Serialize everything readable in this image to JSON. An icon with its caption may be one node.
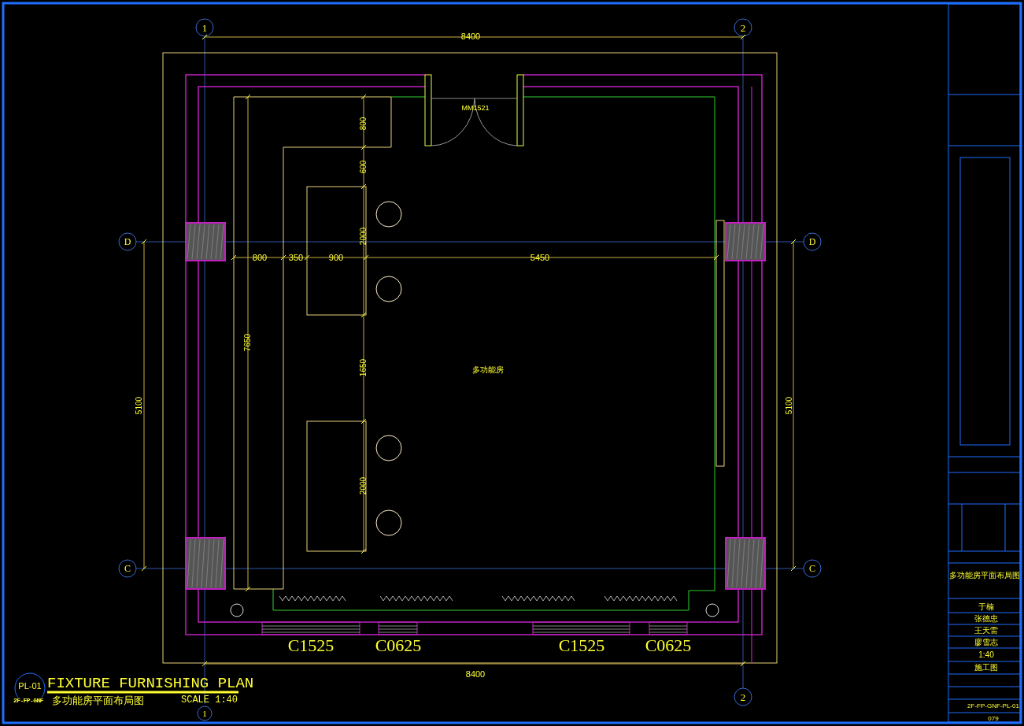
{
  "diagram": {
    "title": "FIXTURE FURNISHING PLAN",
    "labels": [
      "1",
      "2",
      "8400",
      "MM1521",
      "800",
      "600",
      "D",
      "D",
      "800",
      "350",
      "900",
      "2000",
      "5450",
      "7650",
      "5100",
      "5100",
      "多功能房",
      "1650",
      "2000",
      "C",
      "C",
      "C1525",
      "C0625",
      "C1525",
      "C0625",
      "8400",
      "PL-01",
      "2F-FP-GNF",
      "多功能房平面布局图",
      "SCALE 1:40",
      "2",
      "1",
      "多功能房平面布局图",
      "于楠",
      "张德忠",
      "王天雷",
      "廖雪志",
      "1:40",
      "施工图",
      "2F-FP-GNF-PL-01",
      "079"
    ]
  }
}
